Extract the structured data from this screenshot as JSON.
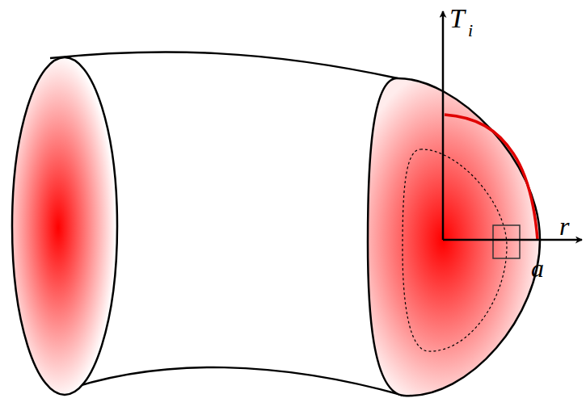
{
  "diagram": {
    "labels": [
      "T",
      "i",
      "r",
      "a"
    ]
  }
}
